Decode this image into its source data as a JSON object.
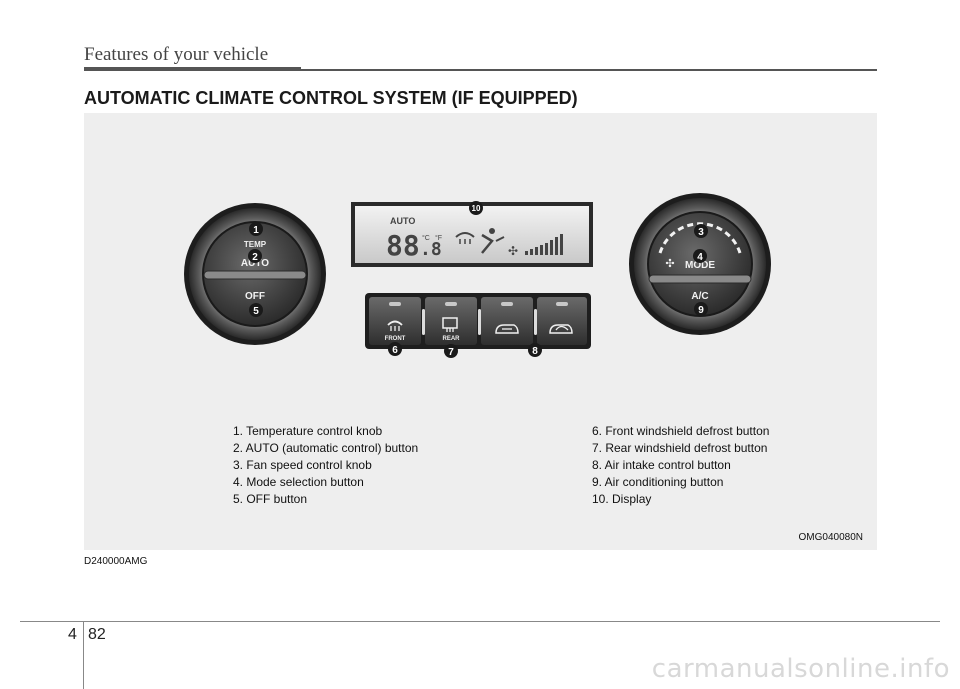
{
  "header": {
    "title": "Features of your vehicle"
  },
  "section": {
    "title": "AUTOMATIC CLIMATE CONTROL SYSTEM (IF EQUIPPED)"
  },
  "panel": {
    "left_knob": {
      "top_label": "TEMP",
      "button_label": "AUTO",
      "bottom_label": "OFF"
    },
    "right_knob": {
      "button_label": "MODE",
      "bottom_label": "A/C"
    },
    "display": {
      "mode_text": "AUTO",
      "temp_digits": "88",
      "temp_decimal": ".8",
      "unit_c": "°C",
      "unit_f": "°F"
    },
    "buttons": [
      {
        "label": "FRONT",
        "icon": "front-defrost-icon"
      },
      {
        "label": "REAR",
        "icon": "rear-defrost-icon"
      },
      {
        "label": "",
        "icon": "fresh-air-icon"
      },
      {
        "label": "",
        "icon": "recirculate-air-icon"
      }
    ],
    "callouts": [
      "1",
      "2",
      "3",
      "4",
      "5",
      "6",
      "7",
      "8",
      "9",
      "10"
    ]
  },
  "legend": {
    "left": [
      "1. Temperature control knob",
      "2. AUTO (automatic control) button",
      "3. Fan speed control knob",
      "4. Mode selection button",
      "5. OFF button"
    ],
    "right": [
      "6. Front windshield defrost button",
      "7. Rear windshield defrost button",
      "8. Air intake control button",
      "9. Air conditioning button",
      "10. Display"
    ]
  },
  "figure_code": "OMG040080N",
  "ref_code": "D240000AMG",
  "footer": {
    "chapter": "4",
    "page": "82"
  },
  "watermark": "carmanualsonline.info",
  "colors": {
    "rule": "#555555",
    "figure_bg": "#eeeeee",
    "callout": "#1a1a1a"
  }
}
